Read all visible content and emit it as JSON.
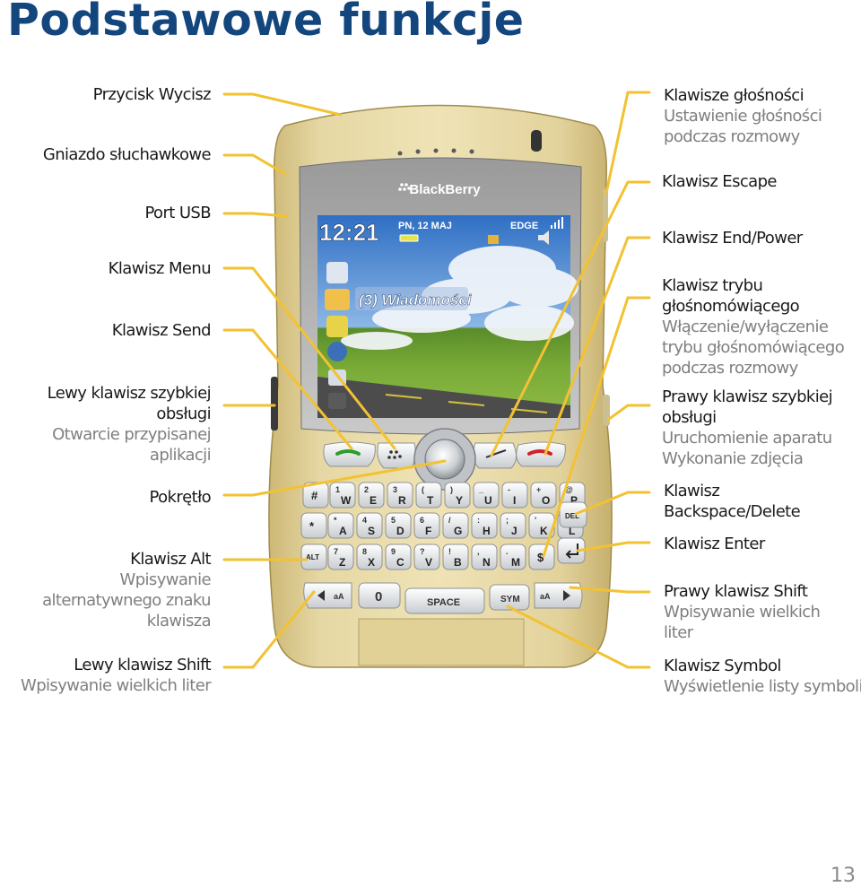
{
  "title": "Podstawowe funkcje",
  "page_number": "13",
  "phone": {
    "brand": "BlackBerry",
    "screen": {
      "time": "12:21",
      "date": "PN, 12 MAJ",
      "network": "EDGE",
      "notification": "(3) Wiadomości"
    },
    "keys": {
      "space": "SPACE",
      "sym": "SYM",
      "alt": "ALT",
      "del": "DEL",
      "shift_left": "aA",
      "shift_right": "aA",
      "zero": "0",
      "hash": "#",
      "star": "*",
      "dollar": "$",
      "letters": [
        {
          "main": "W",
          "alt": "1"
        },
        {
          "main": "E",
          "alt": "2"
        },
        {
          "main": "R",
          "alt": "3"
        },
        {
          "main": "T",
          "alt": "("
        },
        {
          "main": "Y",
          "alt": ")"
        },
        {
          "main": "U",
          "alt": "_"
        },
        {
          "main": "I",
          "alt": "-"
        },
        {
          "main": "O",
          "alt": "+"
        },
        {
          "main": "P",
          "alt": "@"
        },
        {
          "main": "A",
          "alt": "*"
        },
        {
          "main": "S",
          "alt": "4"
        },
        {
          "main": "D",
          "alt": "5"
        },
        {
          "main": "F",
          "alt": "6"
        },
        {
          "main": "G",
          "alt": "/"
        },
        {
          "main": "H",
          "alt": ":"
        },
        {
          "main": "J",
          "alt": ";"
        },
        {
          "main": "K",
          "alt": "'"
        },
        {
          "main": "L",
          "alt": "\""
        },
        {
          "main": "Z",
          "alt": "7"
        },
        {
          "main": "X",
          "alt": "8"
        },
        {
          "main": "C",
          "alt": "9"
        },
        {
          "main": "V",
          "alt": "?"
        },
        {
          "main": "B",
          "alt": "!"
        },
        {
          "main": "N",
          "alt": ","
        },
        {
          "main": "M",
          "alt": "."
        }
      ]
    }
  },
  "labels_left": [
    {
      "id": "wycisz",
      "heading": [
        "Przycisk Wycisz"
      ],
      "sub": []
    },
    {
      "id": "gniazdo",
      "heading": [
        "Gniazdo słuchawkowe"
      ],
      "sub": []
    },
    {
      "id": "usb",
      "heading": [
        "Port USB"
      ],
      "sub": []
    },
    {
      "id": "menu",
      "heading": [
        "Klawisz Menu"
      ],
      "sub": []
    },
    {
      "id": "send",
      "heading": [
        "Klawisz Send"
      ],
      "sub": []
    },
    {
      "id": "lewy-szybki",
      "heading": [
        "Lewy klawisz szybkiej",
        "obsługi"
      ],
      "sub": [
        "Otwarcie przypisanej",
        "aplikacji"
      ]
    },
    {
      "id": "pokretlo",
      "heading": [
        "Pokrętło"
      ],
      "sub": []
    },
    {
      "id": "alt",
      "heading": [
        "Klawisz Alt"
      ],
      "sub": [
        "Wpisywanie",
        "alternatywnego znaku",
        "klawisza"
      ]
    },
    {
      "id": "lewy-shift",
      "heading": [
        "Lewy klawisz Shift"
      ],
      "sub": [
        "Wpisywanie wielkich liter"
      ]
    }
  ],
  "labels_right": [
    {
      "id": "glosnosc",
      "heading": [
        "Klawisze głośności"
      ],
      "sub": [
        "Ustawienie głośności",
        "podczas rozmowy"
      ]
    },
    {
      "id": "escape",
      "heading": [
        "Klawisz Escape"
      ],
      "sub": []
    },
    {
      "id": "endpower",
      "heading": [
        "Klawisz End/Power"
      ],
      "sub": []
    },
    {
      "id": "glosnomowiacy",
      "heading": [
        "Klawisz trybu",
        "głośnomówiącego"
      ],
      "sub": [
        "Włączenie/wyłączenie",
        "trybu głośnomówiącego",
        "podczas rozmowy"
      ]
    },
    {
      "id": "prawy-szybki",
      "heading": [
        "Prawy klawisz szybkiej",
        "obsługi"
      ],
      "sub": [
        "Uruchomienie aparatu",
        "Wykonanie zdjęcia"
      ]
    },
    {
      "id": "backspace",
      "heading": [
        "Klawisz",
        "Backspace/Delete"
      ],
      "sub": []
    },
    {
      "id": "enter",
      "heading": [
        "Klawisz Enter"
      ],
      "sub": []
    },
    {
      "id": "prawy-shift",
      "heading": [
        "Prawy klawisz Shift"
      ],
      "sub": [
        "Wpisywanie wielkich",
        "liter"
      ]
    },
    {
      "id": "symbol",
      "heading": [
        "Klawisz Symbol"
      ],
      "sub": [
        "Wyświetlenie listy symboli"
      ]
    }
  ],
  "colors": {
    "title": "#14467e",
    "callout": "#f2c233",
    "body": "#e3d39b",
    "subtext": "#7f7f7f"
  }
}
